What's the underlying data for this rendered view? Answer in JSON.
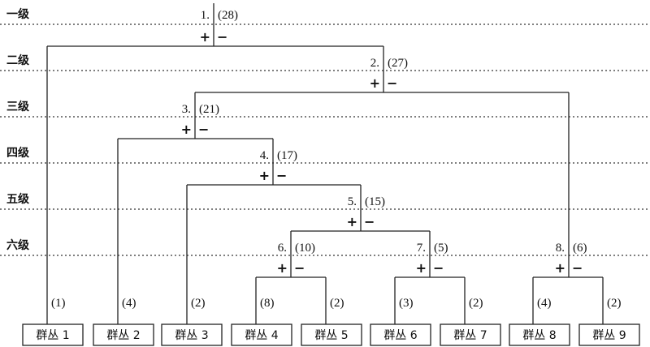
{
  "levels": [
    "一级",
    "二级",
    "三级",
    "四级",
    "五级",
    "六级"
  ],
  "splits": [
    {
      "id": "1.",
      "count": "(28)",
      "plus": "+",
      "minus": "−"
    },
    {
      "id": "2.",
      "count": "(27)",
      "plus": "+",
      "minus": "−"
    },
    {
      "id": "3.",
      "count": "(21)",
      "plus": "+",
      "minus": "−"
    },
    {
      "id": "4.",
      "count": "(17)",
      "plus": "+",
      "minus": "−"
    },
    {
      "id": "5.",
      "count": "(15)",
      "plus": "+",
      "minus": "−"
    },
    {
      "id": "6.",
      "count": "(10)",
      "plus": "+",
      "minus": "−"
    },
    {
      "id": "7.",
      "count": "(5)",
      "plus": "+",
      "minus": "−"
    },
    {
      "id": "8.",
      "count": "(6)",
      "plus": "+",
      "minus": "−"
    }
  ],
  "groups": [
    {
      "label": "群丛 1",
      "count": "(1)"
    },
    {
      "label": "群丛 2",
      "count": "(4)"
    },
    {
      "label": "群丛 3",
      "count": "(2)"
    },
    {
      "label": "群丛 4",
      "count": "(8)"
    },
    {
      "label": "群丛 5",
      "count": "(2)"
    },
    {
      "label": "群丛 6",
      "count": "(3)"
    },
    {
      "label": "群丛 7",
      "count": "(2)"
    },
    {
      "label": "群丛 8",
      "count": "(4)"
    },
    {
      "label": "群丛 9",
      "count": "(2)"
    }
  ]
}
